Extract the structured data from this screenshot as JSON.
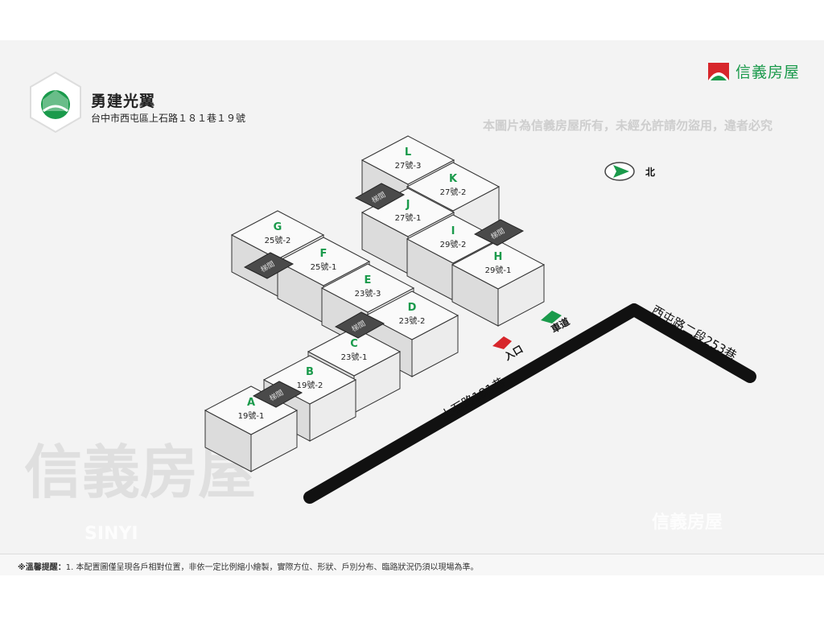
{
  "header": {
    "project_name": "勇建光翼",
    "address": "台中市西屯區上石路１８１巷１９號",
    "brand": "信義房屋"
  },
  "compass": {
    "label": "北"
  },
  "units": [
    {
      "letter": "A",
      "number": "19號-1"
    },
    {
      "letter": "B",
      "number": "19號-2"
    },
    {
      "letter": "C",
      "number": "23號-1"
    },
    {
      "letter": "D",
      "number": "23號-2"
    },
    {
      "letter": "E",
      "number": "23號-3"
    },
    {
      "letter": "F",
      "number": "25號-1"
    },
    {
      "letter": "G",
      "number": "25號-2"
    },
    {
      "letter": "H",
      "number": "29號-1"
    },
    {
      "letter": "I",
      "number": "29號-2"
    },
    {
      "letter": "J",
      "number": "27號-1"
    },
    {
      "letter": "K",
      "number": "27號-2"
    },
    {
      "letter": "L",
      "number": "27號-3"
    }
  ],
  "stairwell_label": "梯間",
  "roads": {
    "main": "上石路181巷",
    "side": "西屯路二段253巷"
  },
  "markers": {
    "entrance": "入口",
    "driveway": "車道"
  },
  "watermark": {
    "big": "信義房屋",
    "notice": "本圖片為信義房屋所有，未經允許請勿盜用，違者必究",
    "sinyi": "SINYI"
  },
  "footer": {
    "prefix": "※溫馨提醒：",
    "text": "1. 本配置圖僅呈現各戶相對位置，非依一定比例縮小繪製，實際方位、形狀、戶別分布、臨路狀況仍須以現場為準。"
  },
  "colors": {
    "green": "#1a9a4b",
    "red": "#d7262b",
    "road": "#111111"
  }
}
